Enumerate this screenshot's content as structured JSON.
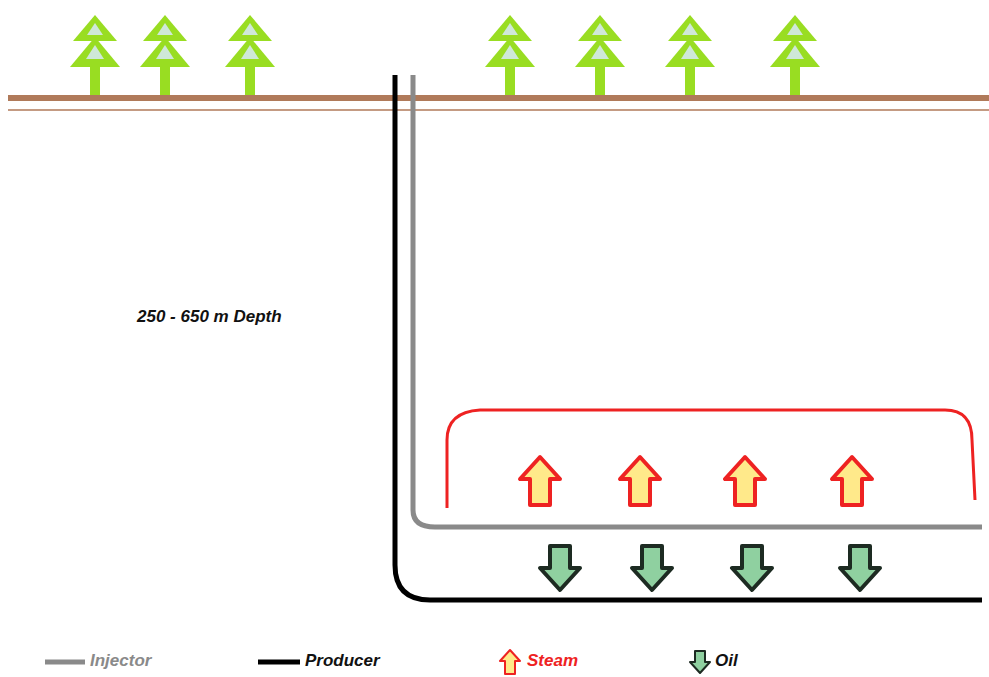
{
  "diagram": {
    "labels": [
      "250 - 650 m Depth"
    ],
    "legend": [
      {
        "text": "Injector"
      },
      {
        "text": "Producer"
      },
      {
        "text": "Steam"
      },
      {
        "text": "Oil"
      }
    ]
  }
}
